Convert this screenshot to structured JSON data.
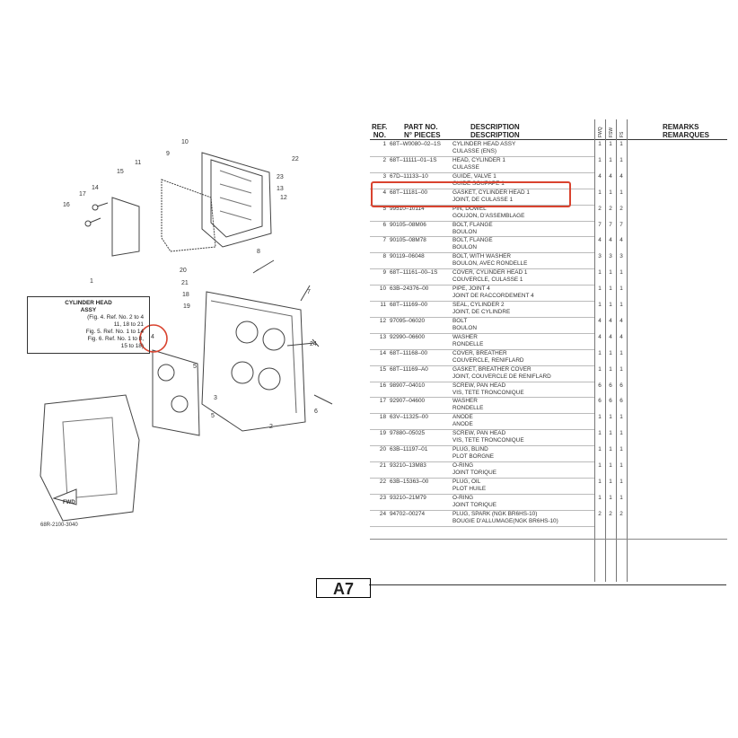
{
  "header": {
    "ref_no": "REF.\nNO.",
    "part_no": "PART NO.\nN° PIECES",
    "description": "DESCRIPTION\nDESCRIPTION",
    "remarks": "REMARKS\nREMARQUES",
    "model_cols": [
      "FWQ",
      "FSW",
      "FS"
    ]
  },
  "rows": [
    {
      "ref": "1",
      "part": "68T–W0080–02–1S",
      "desc1": "CYLINDER HEAD ASSY",
      "desc2": "CULASSE (ENS)",
      "qty": [
        "1",
        "1",
        "1"
      ]
    },
    {
      "ref": "2",
      "part": "68T–11111–01–1S",
      "desc1": "HEAD, CYLINDER 1",
      "desc2": "CULASSE",
      "qty": [
        "1",
        "1",
        "1"
      ]
    },
    {
      "ref": "3",
      "part": "67D–11133–10",
      "desc1": "GUIDE, VALVE 1",
      "desc2": "GUIDE SOUPAPE 1",
      "qty": [
        "4",
        "4",
        "4"
      ]
    },
    {
      "ref": "4",
      "part": "68T–11181–00",
      "desc1": "GASKET, CYLINDER HEAD 1",
      "desc2": "JOINT, DE CULASSE 1",
      "qty": [
        "1",
        "1",
        "1"
      ]
    },
    {
      "ref": "5",
      "part": "99510–10114",
      "desc1": "PIN, DOWEL",
      "desc2": "GOUJON, D'ASSEMBLAGE",
      "qty": [
        "2",
        "2",
        "2"
      ]
    },
    {
      "ref": "6",
      "part": "90105–08M06",
      "desc1": "BOLT, FLANGE",
      "desc2": "BOULON",
      "qty": [
        "7",
        "7",
        "7"
      ]
    },
    {
      "ref": "7",
      "part": "90105–08M78",
      "desc1": "BOLT, FLANGE",
      "desc2": "BOULON",
      "qty": [
        "4",
        "4",
        "4"
      ]
    },
    {
      "ref": "8",
      "part": "90119–06048",
      "desc1": "BOLT, WITH WASHER",
      "desc2": "BOULON, AVEC RONDELLE",
      "qty": [
        "3",
        "3",
        "3"
      ]
    },
    {
      "ref": "9",
      "part": "68T–11161–00–1S",
      "desc1": "COVER, CYLINDER HEAD 1",
      "desc2": "COUVERCLE, CULASSE 1",
      "qty": [
        "1",
        "1",
        "1"
      ]
    },
    {
      "ref": "10",
      "part": "63B–24376–00",
      "desc1": "PIPE, JOINT 4",
      "desc2": "JOINT DE RACCORDEMENT 4",
      "qty": [
        "1",
        "1",
        "1"
      ]
    },
    {
      "ref": "11",
      "part": "68T–11169–00",
      "desc1": "SEAL, CYLINDER 2",
      "desc2": "JOINT, DE CYLINDRE",
      "qty": [
        "1",
        "1",
        "1"
      ]
    },
    {
      "ref": "12",
      "part": "97095–06020",
      "desc1": "BOLT",
      "desc2": "BOULON",
      "qty": [
        "4",
        "4",
        "4"
      ]
    },
    {
      "ref": "13",
      "part": "92990–06600",
      "desc1": "WASHER",
      "desc2": "RONDELLE",
      "qty": [
        "4",
        "4",
        "4"
      ]
    },
    {
      "ref": "14",
      "part": "68T–11168–00",
      "desc1": "COVER, BREATHER",
      "desc2": "COUVERCLE, RENIFLARD",
      "qty": [
        "1",
        "1",
        "1"
      ]
    },
    {
      "ref": "15",
      "part": "68T–11169–A0",
      "desc1": "GASKET, BREATHER COVER",
      "desc2": "JOINT, COUVERCLE DE RENIFLARD",
      "qty": [
        "1",
        "1",
        "1"
      ]
    },
    {
      "ref": "16",
      "part": "98907–04010",
      "desc1": "SCREW, PAN HEAD",
      "desc2": "VIS, TETE TRONCONIQUE",
      "qty": [
        "6",
        "6",
        "6"
      ]
    },
    {
      "ref": "17",
      "part": "92907–04600",
      "desc1": "WASHER",
      "desc2": "RONDELLE",
      "qty": [
        "6",
        "6",
        "6"
      ]
    },
    {
      "ref": "18",
      "part": "63V–11325–00",
      "desc1": "ANODE",
      "desc2": "ANODE",
      "qty": [
        "1",
        "1",
        "1"
      ]
    },
    {
      "ref": "19",
      "part": "97880–05025",
      "desc1": "SCREW, PAN HEAD",
      "desc2": "VIS, TETE TRONCONIQUE",
      "qty": [
        "1",
        "1",
        "1"
      ]
    },
    {
      "ref": "20",
      "part": "63B–11197–01",
      "desc1": "PLUG, BLIND",
      "desc2": "PLOT BORGNE",
      "qty": [
        "1",
        "1",
        "1"
      ]
    },
    {
      "ref": "21",
      "part": "93210–13M83",
      "desc1": "O-RING",
      "desc2": "JOINT TORIQUE",
      "qty": [
        "1",
        "1",
        "1"
      ]
    },
    {
      "ref": "22",
      "part": "63B–15363–00",
      "desc1": "PLUG, OIL",
      "desc2": "PLOT HUILE",
      "qty": [
        "1",
        "1",
        "1"
      ]
    },
    {
      "ref": "23",
      "part": "93210–21M79",
      "desc1": "O-RING",
      "desc2": "JOINT TORIQUE",
      "qty": [
        "1",
        "1",
        "1"
      ]
    },
    {
      "ref": "24",
      "part": "94702–00274",
      "desc1": "PLUG, SPARK (NGK BR6HS-10)",
      "desc2": "BOUGIE D'ALLUMAGE(NGK BR6HS-10)",
      "qty": [
        "2",
        "2",
        "2"
      ]
    }
  ],
  "diagram": {
    "callout_title": "CYLINDER HEAD\nASSY",
    "callout_lines": [
      "(Fig. 4. Ref. No. 2 to 4",
      "11, 18 to 21",
      "Fig. 5. Ref. No. 1 to 14",
      "Fig. 6. Ref. No. 1 to 8,",
      "15 to 18)"
    ],
    "fwd_label": "FWD",
    "figure_code": "68R-2100-3040",
    "labels": [
      "1",
      "2",
      "3",
      "4",
      "5",
      "6",
      "7",
      "8",
      "9",
      "10",
      "11",
      "12",
      "13",
      "14",
      "15",
      "16",
      "17",
      "18",
      "19",
      "20",
      "21",
      "22",
      "23",
      "24"
    ]
  },
  "page_label": "A7",
  "colors": {
    "highlight": "#d9432f",
    "ink": "#333333"
  }
}
